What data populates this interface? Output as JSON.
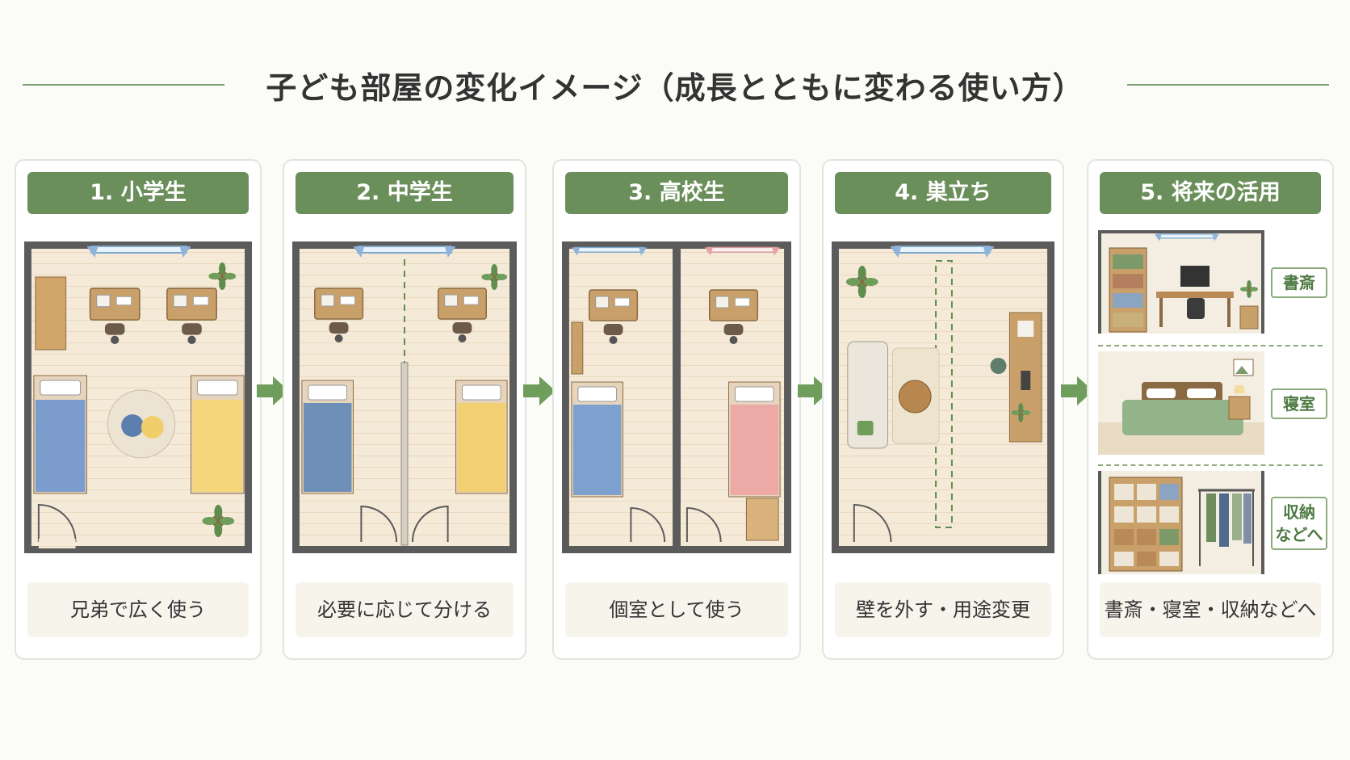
{
  "title": "子ども部屋の変化イメージ（成長とともに変わる使い方）",
  "colors": {
    "accent": "#6b8f5b",
    "wall": "#5b5b5b",
    "floor": "#f3e7d3"
  },
  "stages": [
    {
      "label": "1. 小学生",
      "caption": "兄弟で広く使う"
    },
    {
      "label": "2. 中学生",
      "caption": "必要に応じて分ける"
    },
    {
      "label": "3. 高校生",
      "caption": "個室として使う"
    },
    {
      "label": "4. 巣立ち",
      "caption": "壁を外す・用途変更"
    },
    {
      "label": "5. 将来の活用",
      "caption": "書斎・寝室・収納などへ"
    }
  ],
  "future_rooms": [
    {
      "label": "書斎",
      "icon": "study-room-icon"
    },
    {
      "label": "寝室",
      "icon": "bedroom-icon"
    },
    {
      "label": "収納\nなどへ",
      "icon": "storage-room-icon"
    }
  ]
}
